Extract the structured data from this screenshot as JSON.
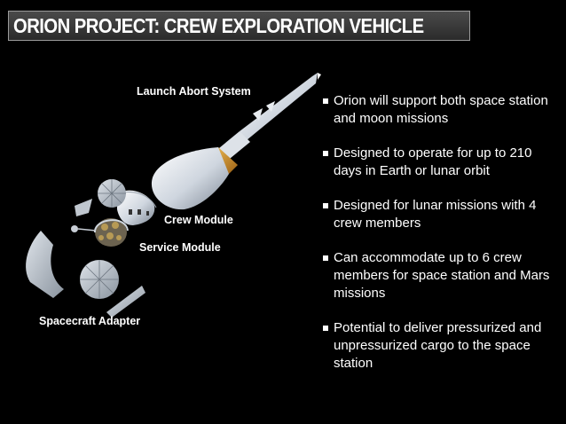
{
  "slide": {
    "title": "ORION PROJECT: CREW EXPLORATION VEHICLE",
    "labels": {
      "launch_abort_system": "Launch Abort System",
      "crew_module": "Crew Module",
      "service_module": "Service Module",
      "spacecraft_adapter": "Spacecraft Adapter"
    },
    "bullets": [
      "Orion will support both space station and moon missions",
      "Designed to operate for up to 210 days in Earth or lunar orbit",
      "Designed for lunar missions with 4 crew members",
      "Can accommodate up to 6 crew members for space station and Mars missions",
      " Potential to deliver pressurized and unpressurized cargo to the space station"
    ]
  },
  "colors": {
    "background": "#000000",
    "text": "#ffffff",
    "title_bar": "#3a3a3a",
    "title_border": "#9a9a9a",
    "capsule_shell": "#d6dbe2",
    "heat_shield": "#c98a1e"
  }
}
